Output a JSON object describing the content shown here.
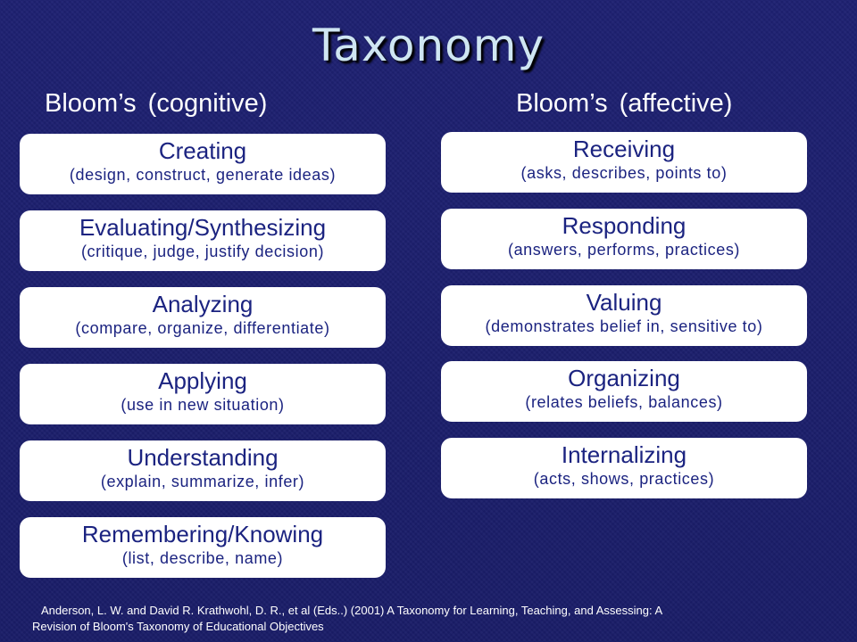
{
  "title": "Taxonomy",
  "cognitive": {
    "heading": "Bloom’s (cognitive)",
    "levels": [
      {
        "label": "Creating",
        "detail": "(design, construct, generate ideas)"
      },
      {
        "label": "Evaluating/Synthesizing",
        "detail": "(critique, judge, justify decision)"
      },
      {
        "label": "Analyzing",
        "detail": "(compare, organize, differentiate)"
      },
      {
        "label": "Applying",
        "detail": "(use in new situation)"
      },
      {
        "label": "Understanding",
        "detail": "(explain, summarize, infer)"
      },
      {
        "label": "Remembering/Knowing",
        "detail": "(list, describe, name)"
      }
    ]
  },
  "affective": {
    "heading": "Bloom’s (affective)",
    "levels": [
      {
        "label": "Receiving",
        "detail": "(asks, describes, points to)"
      },
      {
        "label": "Responding",
        "detail": "(answers, performs, practices)"
      },
      {
        "label": "Valuing",
        "detail": "(demonstrates belief in, sensitive to)"
      },
      {
        "label": "Organizing",
        "detail": "(relates beliefs, balances)"
      },
      {
        "label": "Internalizing",
        "detail": "(acts, shows, practices)"
      }
    ]
  },
  "citation": {
    "line1": "Anderson, L. W. and David R. Krathwohl, D. R., et al (Eds..) (2001) A Taxonomy for Learning, Teaching, and Assessing: A",
    "line2": "Revision of Bloom's Taxonomy of Educational Objectives"
  }
}
